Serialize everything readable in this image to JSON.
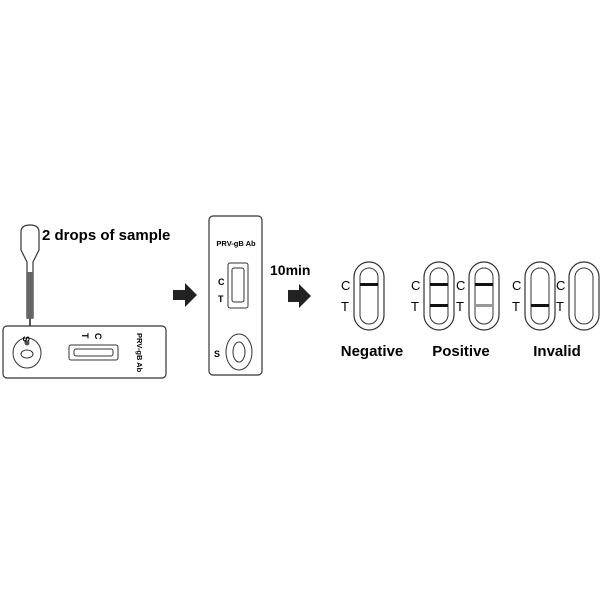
{
  "instruction": "2 drops of sample",
  "product_label": "PRV-gB Ab",
  "labels": {
    "c": "C",
    "t": "T",
    "s": "S"
  },
  "wait_time": "10min",
  "results": [
    {
      "label": "Negative",
      "strips": [
        {
          "c_line": true,
          "t_line": false,
          "t_faint": false
        }
      ]
    },
    {
      "label": "Positive",
      "strips": [
        {
          "c_line": true,
          "t_line": true,
          "t_faint": false
        },
        {
          "c_line": true,
          "t_line": true,
          "t_faint": true
        }
      ]
    },
    {
      "label": "Invalid",
      "strips": [
        {
          "c_line": false,
          "t_line": true,
          "t_faint": false
        },
        {
          "c_line": false,
          "t_line": false,
          "t_faint": false
        }
      ]
    }
  ]
}
